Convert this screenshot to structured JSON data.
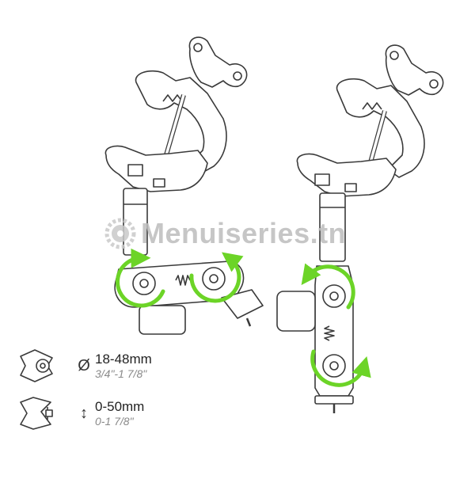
{
  "watermark": {
    "text": "Menuiseries.tn"
  },
  "specs": [
    {
      "icon": "clamp-closed-icon",
      "symbol": "Ø",
      "metric": "18-48mm",
      "imperial": "3/4\"-1 7/8\""
    },
    {
      "icon": "clamp-open-icon",
      "symbol": "↕",
      "metric": "0-50mm",
      "imperial": "0-1 7/8\""
    }
  ],
  "colors": {
    "line": "#3a3a3a",
    "arrow": "#6cd427",
    "watermark": "#bdbdbd"
  }
}
